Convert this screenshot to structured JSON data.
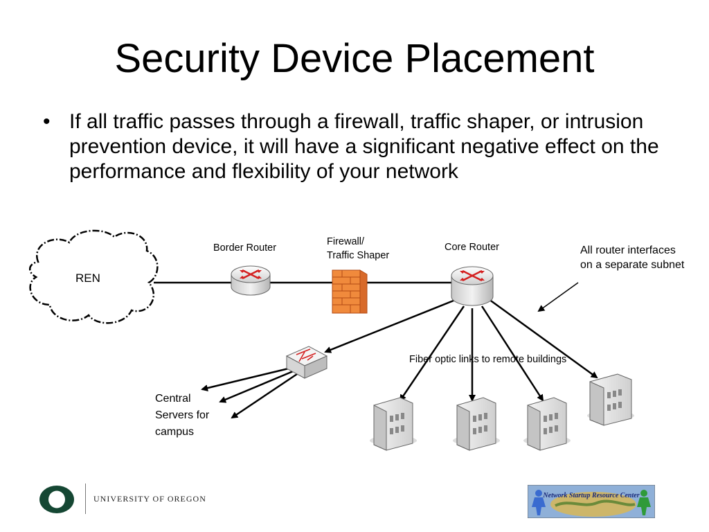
{
  "slide": {
    "title": "Security Device Placement",
    "bullet": "If all traffic passes through a firewall, traffic shaper, or intrusion prevention device, it will have a significant negative effect on the performance and flexibility of your network"
  },
  "diagram": {
    "cloud_label": "REN",
    "border_router_label": "Border Router",
    "firewall_label_line1": "Firewall/",
    "firewall_label_line2": "Traffic Shaper",
    "core_router_label": "Core Router",
    "router_note": "All router interfaces on a separate subnet",
    "fiber_label": "Fiber optic links to remote buildings",
    "servers_label_line1": "Central",
    "servers_label_line2": "Servers for",
    "servers_label_line3": "campus"
  },
  "footer": {
    "university": "UNIVERSITY OF OREGON",
    "logo_letter": "O",
    "logo_color": "#154733",
    "partner_logo_text": "Network Startup Resource Center"
  },
  "colors": {
    "firewall": "#f08a3c",
    "router_arrows": "#d42020"
  }
}
